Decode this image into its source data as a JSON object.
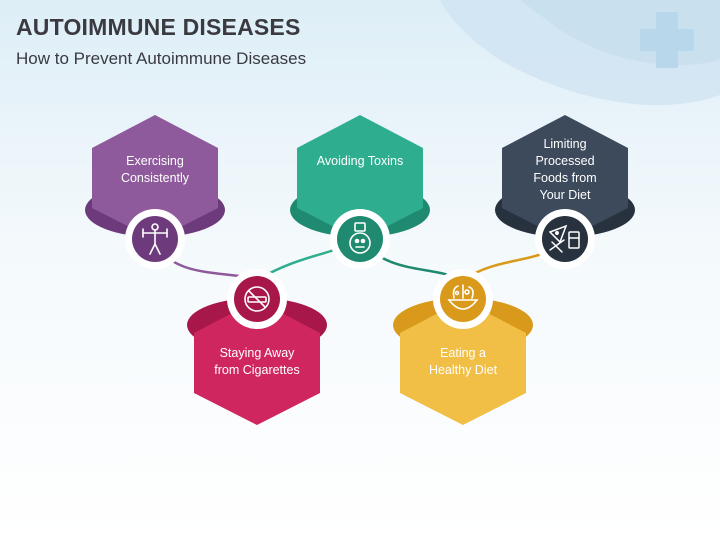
{
  "header": {
    "title": "AUTOIMMUNE DISEASES",
    "subtitle": "How to Prevent Autoimmune Diseases"
  },
  "decor": {
    "plus_icon": "medical-cross-icon"
  },
  "nodes": [
    {
      "id": "exercise",
      "label": "Exercising\nConsistently",
      "color": "#8e5a9b",
      "dark": "#6d3b7c",
      "icon": "exercise-person-icon"
    },
    {
      "id": "toxins",
      "label": "Avoiding Toxins",
      "color": "#2fae8f",
      "dark": "#1f8a70",
      "icon": "poison-flask-icon"
    },
    {
      "id": "processed",
      "label": "Limiting\nProcessed\nFoods from\nYour Diet",
      "color": "#3d4a5c",
      "dark": "#28323f",
      "icon": "processed-food-icon"
    },
    {
      "id": "cigarettes",
      "label": "Staying Away\nfrom Cigarettes",
      "color": "#cf2660",
      "dark": "#a8174a",
      "icon": "no-smoking-icon"
    },
    {
      "id": "diet",
      "label": "Eating a\nHealthy Diet",
      "color": "#f1be46",
      "dark": "#d99a1c",
      "icon": "salad-bowl-icon"
    }
  ]
}
